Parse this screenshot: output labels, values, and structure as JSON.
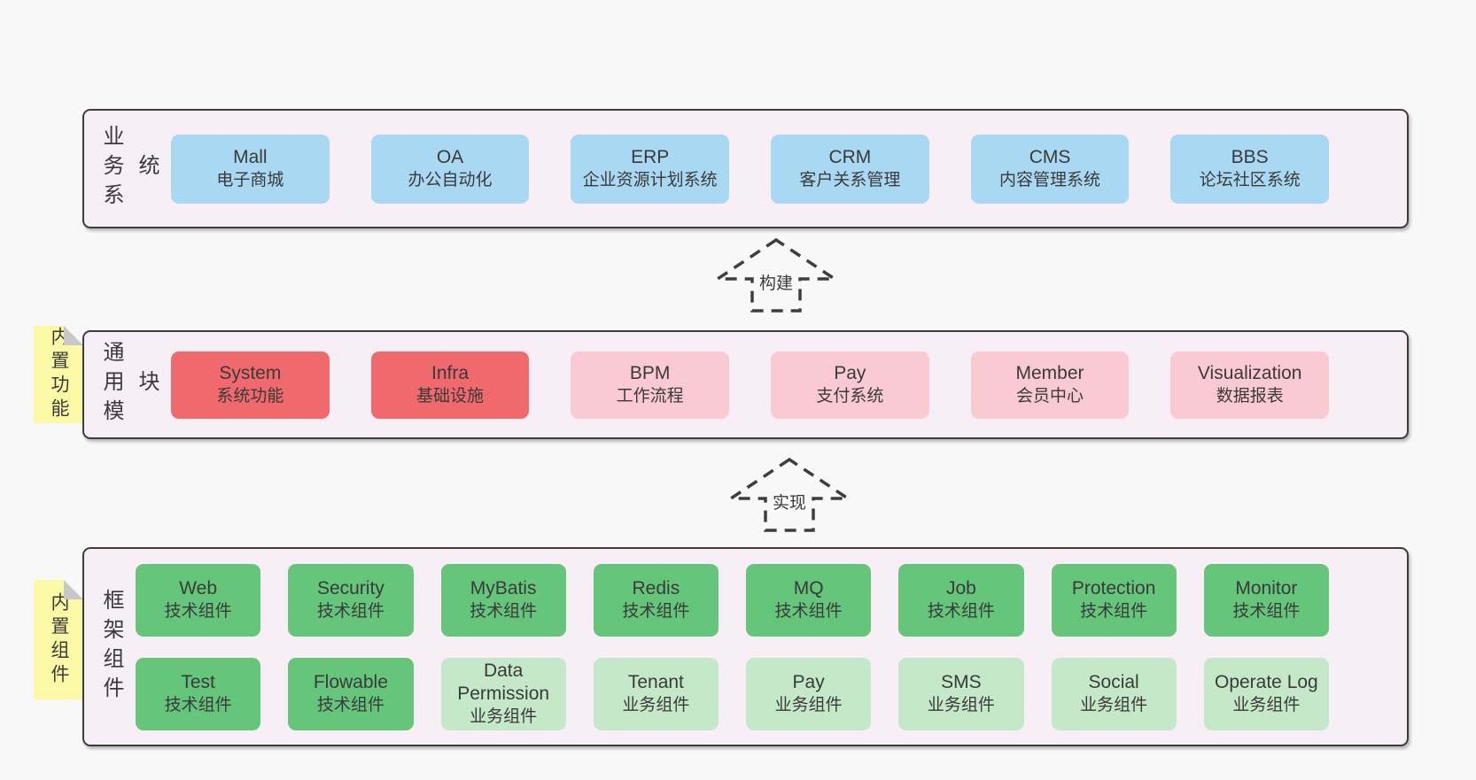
{
  "colors": {
    "page_bg": "#f8f8f8",
    "section_bg": "#f8eef6",
    "section_border": "#3d3d3d",
    "business_box_blue": "#a9d9f2",
    "core_module_red": "#f0696d",
    "module_pink": "#facad3",
    "tech_component_green": "#65c67b",
    "biz_component_lightgreen": "#c5e8c9",
    "sticky_tag_yellow": "#fbf9a6",
    "sticky_fold_gray": "#c8c8c8",
    "text": "#3a3a3a"
  },
  "sections": {
    "business": {
      "label": "业务系统",
      "items": [
        {
          "en": "Mall",
          "zh": "电子商城"
        },
        {
          "en": "OA",
          "zh": "办公自动化"
        },
        {
          "en": "ERP",
          "zh": "企业资源计划系统"
        },
        {
          "en": "CRM",
          "zh": "客户关系管理"
        },
        {
          "en": "CMS",
          "zh": "内容管理系统"
        },
        {
          "en": "BBS",
          "zh": "论坛社区系统"
        }
      ]
    },
    "modules": {
      "label": "通用模块",
      "tag": "内置功能",
      "items": [
        {
          "en": "System",
          "zh": "系统功能"
        },
        {
          "en": "Infra",
          "zh": "基础设施"
        },
        {
          "en": "BPM",
          "zh": "工作流程"
        },
        {
          "en": "Pay",
          "zh": "支付系统"
        },
        {
          "en": "Member",
          "zh": "会员中心"
        },
        {
          "en": "Visualization",
          "zh": "数据报表"
        }
      ]
    },
    "framework": {
      "label": "框架组件",
      "tag": "内置组件",
      "row1": [
        {
          "en": "Web",
          "zh": "技术组件"
        },
        {
          "en": "Security",
          "zh": "技术组件"
        },
        {
          "en": "MyBatis",
          "zh": "技术组件"
        },
        {
          "en": "Redis",
          "zh": "技术组件"
        },
        {
          "en": "MQ",
          "zh": "技术组件"
        },
        {
          "en": "Job",
          "zh": "技术组件"
        },
        {
          "en": "Protection",
          "zh": "技术组件"
        },
        {
          "en": "Monitor",
          "zh": "技术组件"
        }
      ],
      "row2": [
        {
          "en": "Test",
          "zh": "技术组件"
        },
        {
          "en": "Flowable",
          "zh": "技术组件"
        },
        {
          "en": "Data Permission",
          "zh": "业务组件"
        },
        {
          "en": "Tenant",
          "zh": "业务组件"
        },
        {
          "en": "Pay",
          "zh": "业务组件"
        },
        {
          "en": "SMS",
          "zh": "业务组件"
        },
        {
          "en": "Social",
          "zh": "业务组件"
        },
        {
          "en": "Operate Log",
          "zh": "业务组件"
        }
      ]
    }
  },
  "arrows": {
    "build": {
      "label": "构建"
    },
    "implement": {
      "label": "实现"
    }
  }
}
